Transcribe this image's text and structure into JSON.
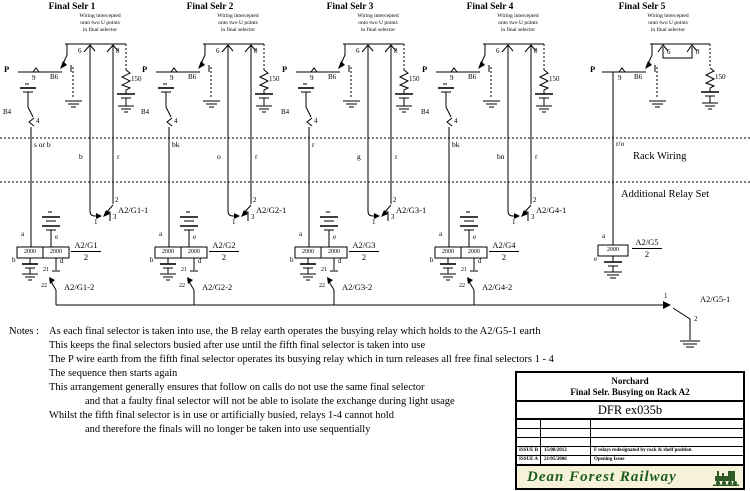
{
  "selectors": [
    {
      "title": "Final Selr 1",
      "note1": "Wiring intercepted",
      "note2": "onto two U points",
      "note3": "in final selector",
      "p": "P",
      "c9": "9",
      "b6": "B6",
      "u6": "6",
      "u8": "8",
      "r150": "150",
      "b4": "B4",
      "c4": "4",
      "wire_left": "s or b",
      "wire_mid": "b",
      "wire_right": "r",
      "t1": "1",
      "t2": "2",
      "t3": "3",
      "contact1": "A2/G1-1",
      "ta": "a",
      "te": "e",
      "tb": "b",
      "td": "d",
      "coil1": "2000",
      "coil2": "2000",
      "relay": "A2/G1",
      "denom": "2",
      "t21": "21",
      "t22": "22",
      "contact2": "A2/G1-2"
    },
    {
      "title": "Final Selr 2",
      "note1": "Wiring intercepted",
      "note2": "onto two U points",
      "note3": "in final selector",
      "p": "P",
      "c9": "9",
      "b6": "B6",
      "u6": "6",
      "u8": "8",
      "r150": "150",
      "b4": "B4",
      "c4": "4",
      "wire_left": "bk",
      "wire_mid": "o",
      "wire_right": "r",
      "t1": "1",
      "t2": "2",
      "t3": "3",
      "contact1": "A2/G2-1",
      "ta": "a",
      "te": "e",
      "tb": "b",
      "td": "d",
      "coil1": "2000",
      "coil2": "2000",
      "relay": "A2/G2",
      "denom": "2",
      "t21": "21",
      "t22": "22",
      "contact2": "A2/G2-2"
    },
    {
      "title": "Final Selr 3",
      "note1": "Wiring intercepted",
      "note2": "onto two U points",
      "note3": "in final selector",
      "p": "P",
      "c9": "9",
      "b6": "B6",
      "u6": "6",
      "u8": "8",
      "r150": "150",
      "b4": "B4",
      "c4": "4",
      "wire_left": "r",
      "wire_mid": "g",
      "wire_right": "r",
      "t1": "1",
      "t2": "2",
      "t3": "3",
      "contact1": "A2/G3-1",
      "ta": "a",
      "te": "e",
      "tb": "b",
      "td": "d",
      "coil1": "2000",
      "coil2": "2000",
      "relay": "A2/G3",
      "denom": "2",
      "t21": "21",
      "t22": "22",
      "contact2": "A2/G3-2"
    },
    {
      "title": "Final Selr 4",
      "note1": "Wiring intercepted",
      "note2": "onto two U points",
      "note3": "in final selector",
      "p": "P",
      "c9": "9",
      "b6": "B6",
      "u6": "6",
      "u8": "8",
      "r150": "150",
      "b4": "B4",
      "c4": "4",
      "wire_left": "bk",
      "wire_mid": "bn",
      "wire_right": "r",
      "t1": "1",
      "t2": "2",
      "t3": "3",
      "contact1": "A2/G4-1",
      "ta": "a",
      "te": "e",
      "tb": "b",
      "td": "d",
      "coil1": "2000",
      "coil2": "2000",
      "relay": "A2/G4",
      "denom": "2",
      "t21": "21",
      "t22": "22",
      "contact2": "A2/G4-2"
    }
  ],
  "selector5": {
    "title": "Final Selr 5",
    "note1": "Wiring intercepted",
    "note2": "onto two U points",
    "note3": "in final selector",
    "p": "P",
    "c9": "9",
    "b6": "B6",
    "u6": "6",
    "u8": "8",
    "r150": "150",
    "wire": "r/o",
    "ta": "a",
    "te": "e",
    "coil": "2000",
    "relay": "A2/G5",
    "denom": "2"
  },
  "bus_contact": {
    "t1": "1",
    "t2": "2",
    "name": "A2/G5-1"
  },
  "annotations": {
    "rack": "Rack Wiring",
    "additional": "Additional Relay Set"
  },
  "notes": {
    "heading": "Notes :",
    "lines": [
      "As each final selector is taken into use, the B relay earth operates the busying relay which holds to the A2/G5-1 earth",
      "This keeps the final selectors busied after use until the fifth final selector is taken into use",
      "The P wire earth from the fifth final selector operates its busying relay which in turn releases all free final selectors 1 - 4",
      "The sequence then starts again",
      "This arrangement generally ensures that follow on calls do not use the same final selector",
      "and that a faulty final selector will not be able to isolate the exchange during light usage",
      "Whilst the fifth final selector is in use or artificially busied, relays 1-4 cannot hold",
      "and therefore the finals will no longer be taken into use sequentially"
    ]
  },
  "title_block": {
    "location": "Norchard",
    "title": "Final Selr. Busying on Rack A2",
    "drawing_no": "DFR ex035b",
    "issues": [
      {
        "label": "ISSUE B",
        "date": "15/08/2012",
        "desc": "F relays redesignated by rack & shelf position"
      },
      {
        "label": "ISSUE A",
        "date": "21/05/2006",
        "desc": "Opening Issue"
      }
    ],
    "footer": "Dean Forest Railway"
  },
  "colors": {
    "line": "#000000",
    "band_bg": "#f6f2da",
    "brand_green": "#1b5e20"
  }
}
